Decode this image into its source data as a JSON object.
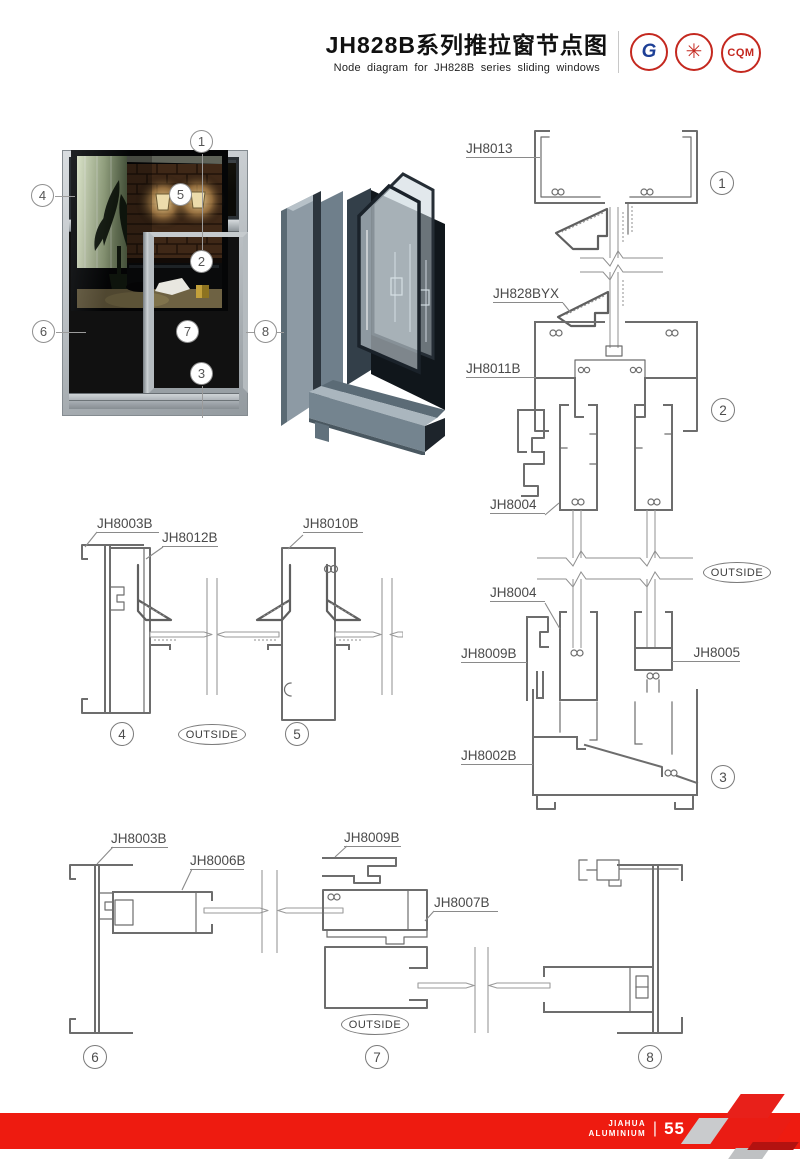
{
  "page": {
    "title_cn": "JH828B系列推拉窗节点图",
    "subtitle_en": "Node diagram for JH828B series sliding windows"
  },
  "header": {
    "logos": [
      {
        "name": "gb-logo",
        "label": "G"
      },
      {
        "name": "star-logo",
        "label": "✳"
      },
      {
        "name": "cqm-logo",
        "label": "CQM"
      }
    ]
  },
  "overview": {
    "callouts": [
      "1",
      "2",
      "3",
      "4",
      "5",
      "6",
      "7",
      "8"
    ]
  },
  "sections": {
    "head": {
      "labels": {
        "jh8013": "JH8013",
        "jh828byx": "JH828BYX",
        "jh8011b": "JH8011B",
        "jh8004_upper": "JH8004",
        "jh8004_lower": "JH8004",
        "jh8009b": "JH8009B",
        "jh8005": "JH8005",
        "jh8002b": "JH8002B"
      },
      "outside": "OUTSIDE",
      "circles": {
        "c1": "1",
        "c2": "2",
        "c3": "3"
      }
    },
    "mid": {
      "labels": {
        "jh8003b": "JH8003B",
        "jh8012b": "JH8012B",
        "jh8010b": "JH8010B"
      },
      "outside": "OUTSIDE",
      "circles": {
        "c4": "4",
        "c5": "5"
      }
    },
    "bottom": {
      "labels": {
        "jh8003b": "JH8003B",
        "jh8006b": "JH8006B",
        "jh8009b": "JH8009B",
        "jh8007b": "JH8007B"
      },
      "outside": "OUTSIDE",
      "circles": {
        "c6": "6",
        "c7": "7",
        "c8": "8"
      }
    }
  },
  "footer": {
    "brand_top": "JIAHUA",
    "brand_bottom": "ALUMINIUM",
    "divider": "|",
    "page_number": "55"
  },
  "colors": {
    "accent_red": "#ee1b10",
    "line_gray": "#6d6d6d"
  }
}
